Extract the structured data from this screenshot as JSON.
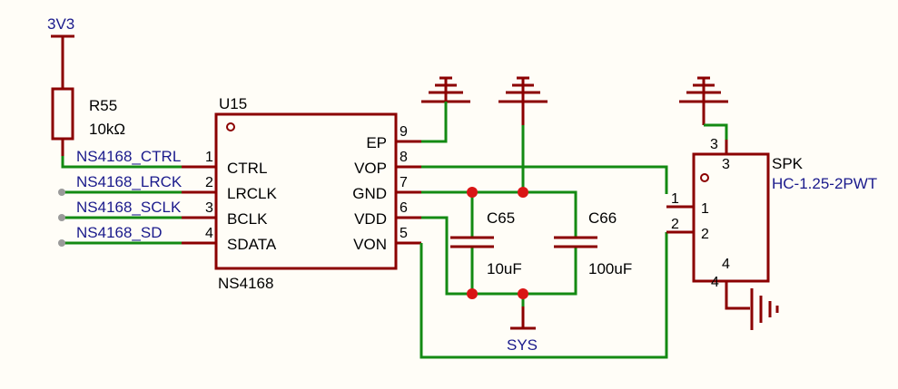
{
  "power": {
    "net": "3V3"
  },
  "resistor": {
    "ref": "R55",
    "value": "10kΩ"
  },
  "chip": {
    "ref": "U15",
    "part": "NS4168",
    "left_pins": [
      {
        "num": "1",
        "name": "CTRL",
        "net": "NS4168_CTRL"
      },
      {
        "num": "2",
        "name": "LRCLK",
        "net": "NS4168_LRCK"
      },
      {
        "num": "3",
        "name": "BCLK",
        "net": "NS4168_SCLK"
      },
      {
        "num": "4",
        "name": "SDATA",
        "net": "NS4168_SD"
      }
    ],
    "right_pins": [
      {
        "num": "9",
        "name": "EP"
      },
      {
        "num": "8",
        "name": "VOP"
      },
      {
        "num": "7",
        "name": "GND"
      },
      {
        "num": "6",
        "name": "VDD"
      },
      {
        "num": "5",
        "name": "VON"
      }
    ]
  },
  "capacitors": [
    {
      "ref": "C65",
      "value": "10uF"
    },
    {
      "ref": "C66",
      "value": "100uF"
    }
  ],
  "supply": {
    "net": "SYS"
  },
  "connector": {
    "ref": "SPK",
    "part": "HC-1.25-2PWT",
    "pins": [
      "1",
      "2",
      "3",
      "4"
    ]
  },
  "colors": {
    "wire": "#138A13",
    "component": "#8B0000",
    "label": "#1A1A8C",
    "junction": "#D91515"
  }
}
